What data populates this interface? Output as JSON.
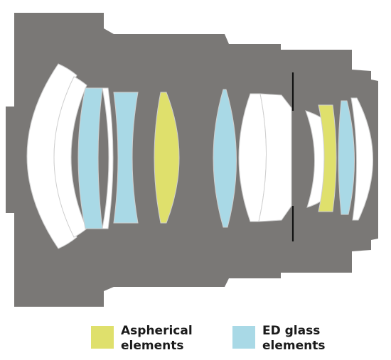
{
  "colors": {
    "housing": "#7a7876",
    "standard_element": "#ffffff",
    "aspherical": "#dfe06c",
    "ed_glass": "#a9d9e6",
    "aperture_stop": "#111111",
    "background": "#ffffff"
  },
  "legend": [
    {
      "label": "Aspherical\nelements",
      "color_key": "aspherical"
    },
    {
      "label": "ED glass\nelements",
      "color_key": "ed_glass"
    }
  ]
}
